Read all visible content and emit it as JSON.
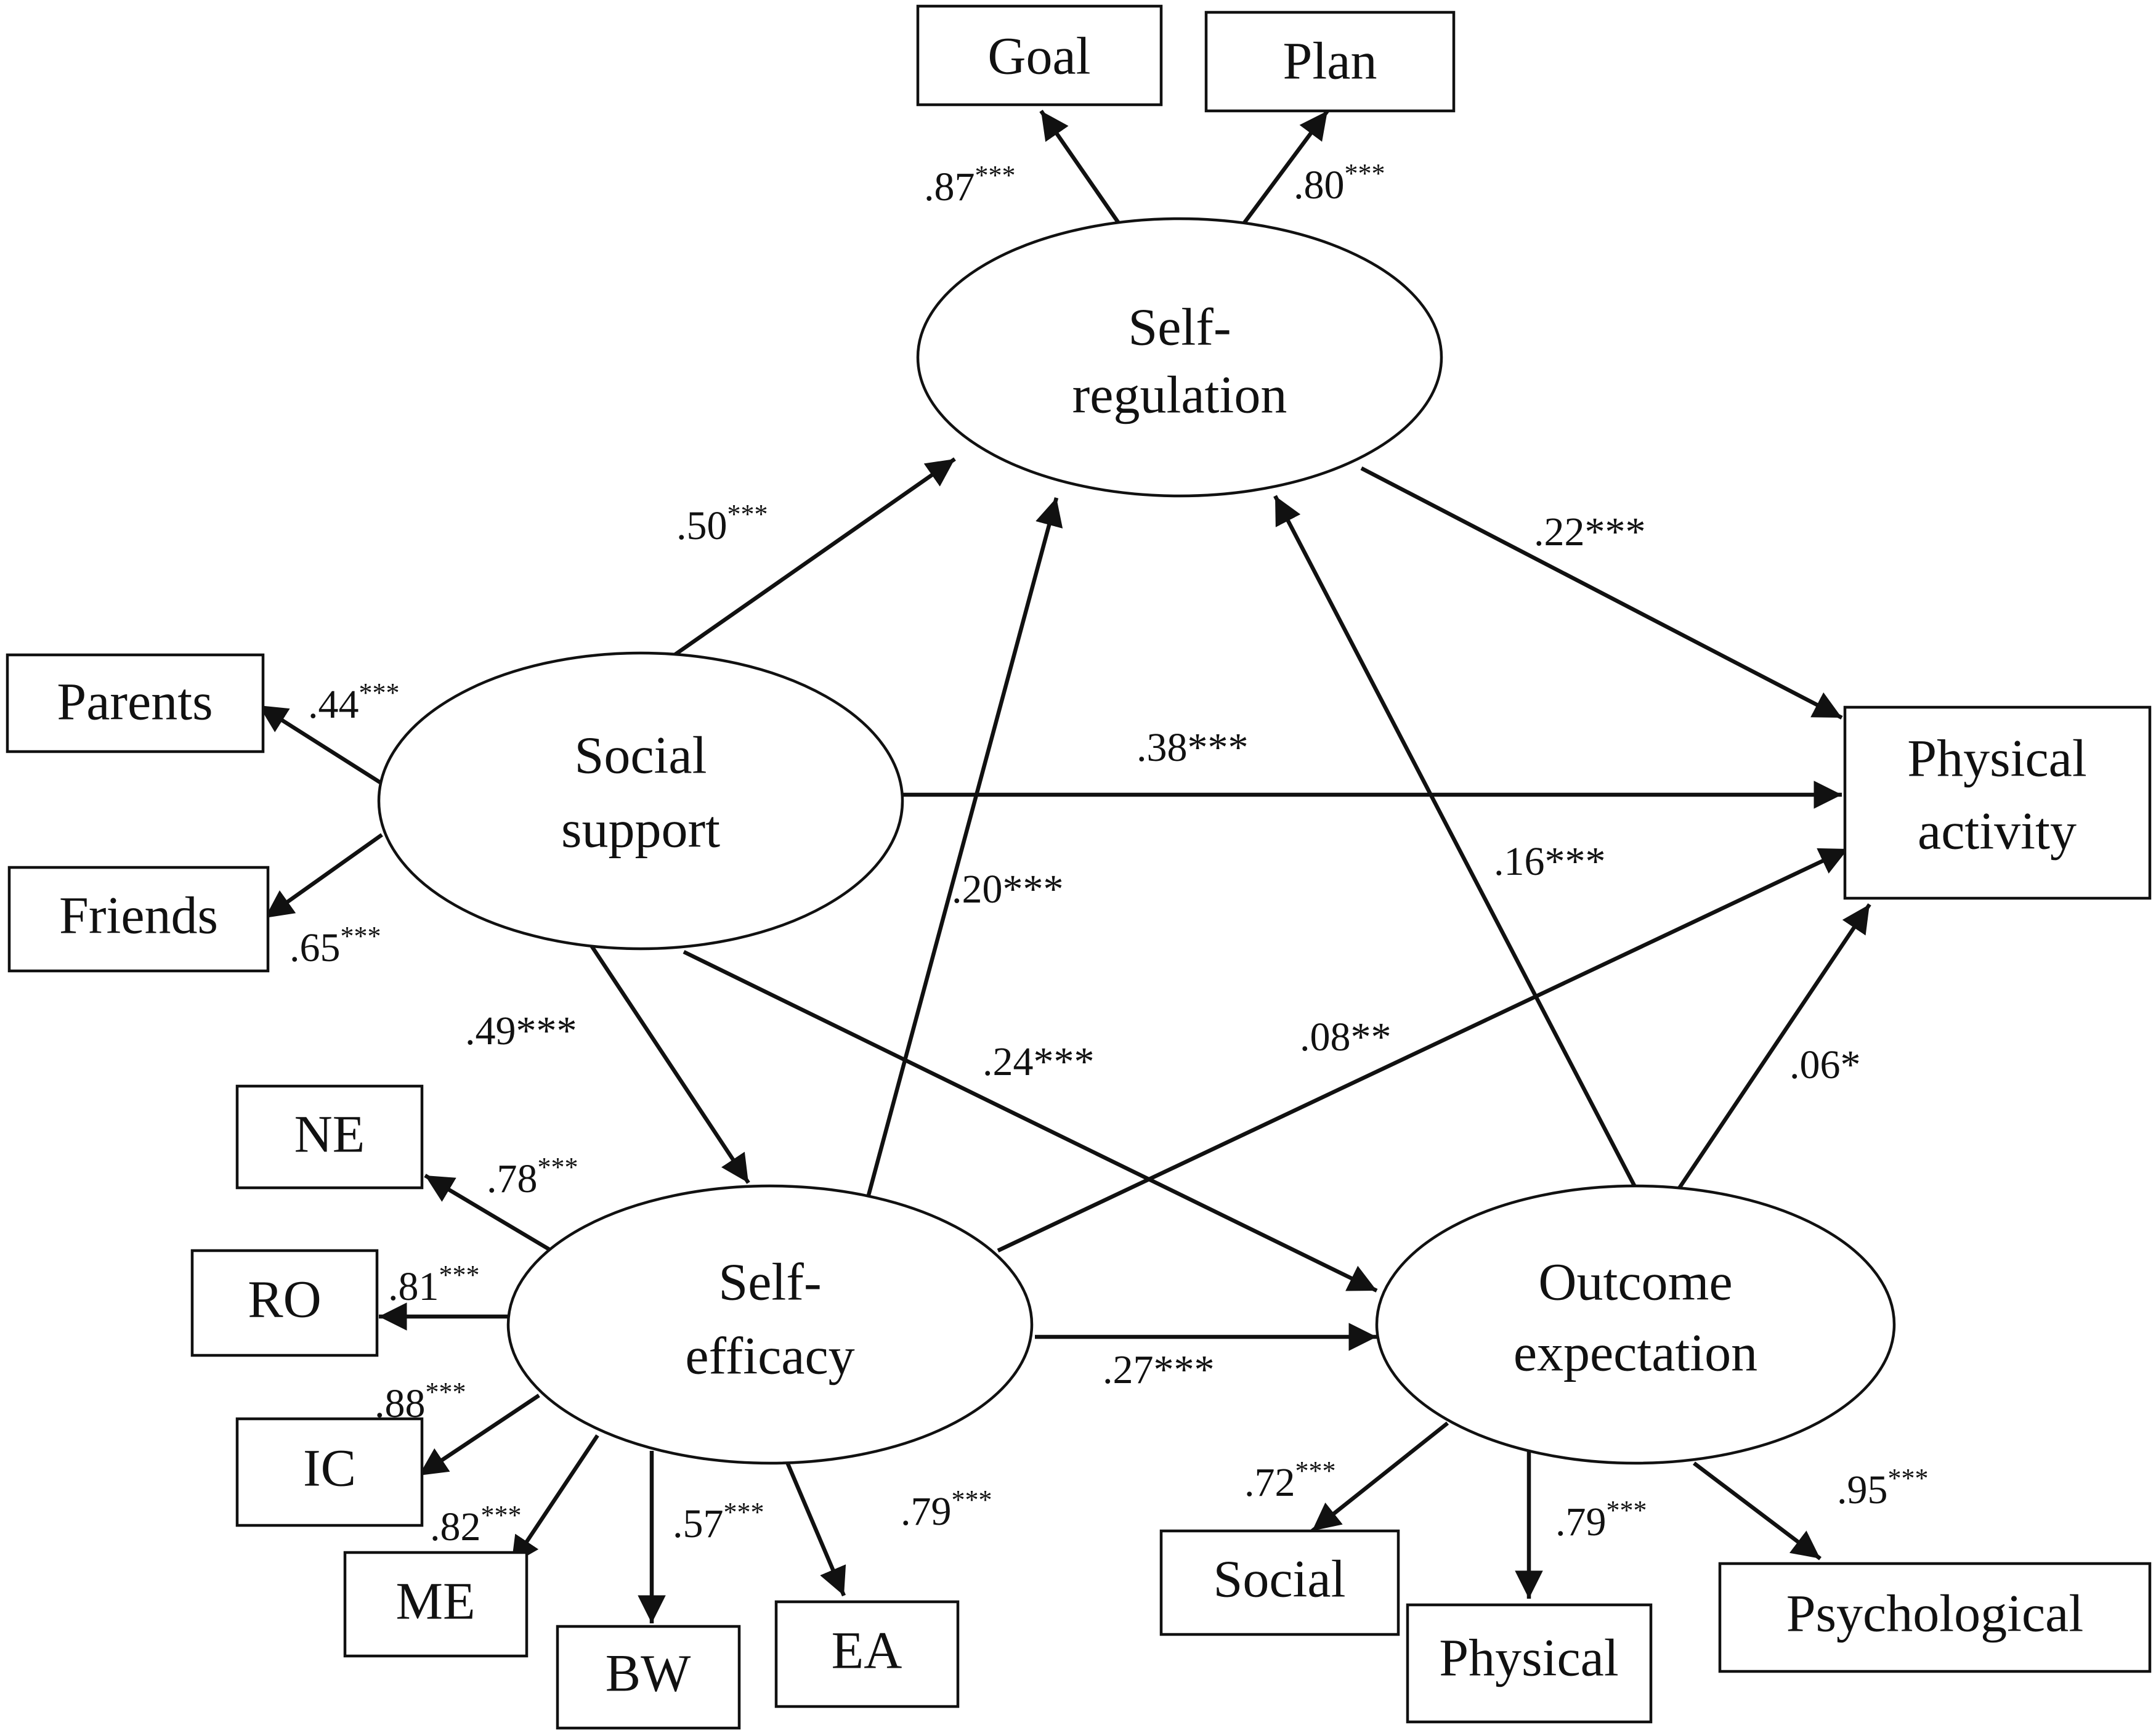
{
  "diagram": {
    "latents": {
      "self_regulation": {
        "line1": "Self-",
        "line2": "regulation"
      },
      "social_support": {
        "line1": "Social",
        "line2": "support"
      },
      "self_efficacy": {
        "line1": "Self-",
        "line2": "efficacy"
      },
      "outcome_expectation": {
        "line1": "Outcome",
        "line2": "expectation"
      }
    },
    "indicators": {
      "goal": "Goal",
      "plan": "Plan",
      "parents": "Parents",
      "friends": "Friends",
      "ne": "NE",
      "ro": "RO",
      "ic": "IC",
      "me": "ME",
      "bw": "BW",
      "ea": "EA",
      "social": "Social",
      "physical": "Physical",
      "psychological": "Psychological"
    },
    "outcome": {
      "line1": "Physical",
      "line2": "activity"
    },
    "loadings": {
      "goal": {
        "value": ".87",
        "stars": "***"
      },
      "plan": {
        "value": ".80",
        "stars": "***"
      },
      "parents": {
        "value": ".44",
        "stars": "***"
      },
      "friends": {
        "value": ".65",
        "stars": "***"
      },
      "ne": {
        "value": ".78",
        "stars": "***"
      },
      "ro": {
        "value": ".81",
        "stars": "***"
      },
      "ic": {
        "value": ".88",
        "stars": "***"
      },
      "me": {
        "value": ".82",
        "stars": "***"
      },
      "bw": {
        "value": ".57",
        "stars": "***"
      },
      "ea": {
        "value": ".79",
        "stars": "***"
      },
      "social": {
        "value": ".72",
        "stars": "***"
      },
      "physical": {
        "value": ".79",
        "stars": "***"
      },
      "psychological": {
        "value": ".95",
        "stars": "***"
      }
    },
    "paths": {
      "ss_to_sr": {
        "value": ".50",
        "stars": "***"
      },
      "sr_to_pa": ".22***",
      "ss_to_pa": ".38***",
      "se_to_sr": ".20***",
      "oe_to_sr": ".16***",
      "ss_to_se": ".49***",
      "ss_to_oe": ".24***",
      "se_to_pa": ".08**",
      "oe_to_pa": ".06*",
      "se_to_oe": ".27***"
    }
  }
}
